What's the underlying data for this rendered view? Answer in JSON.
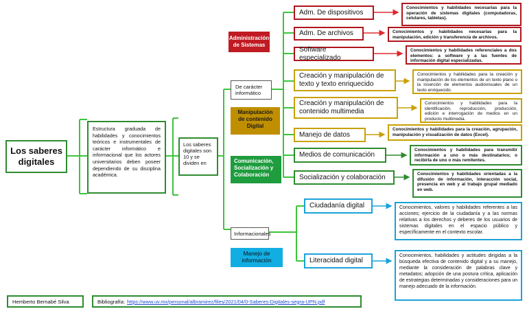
{
  "root": {
    "title": "Los saberes digitales"
  },
  "definition": "Estructura graduada de habilidades y conocimientos teóricos e instrumentales de carácter informático e informacional que los actores universitarios deben poseer dependiendo de su disciplina académica.",
  "summary": "Los saberes digitales son 10 y se dividen en",
  "categories": {
    "informatico": "De carácter informático",
    "informacionales": "Informacionales",
    "admin": "Administración de Sistemas",
    "manipulacion": "Manipulación de contenido Digital",
    "comunicacion": "Comunicación, Socialización y Colaboración",
    "manejo": "Manejo de información"
  },
  "saberes": [
    {
      "name": "Adm. De dispositivos",
      "desc": "Conocimientos y habilidades necesarias para la operación de sistemas digitales (computadoras, celulares, tabletas)."
    },
    {
      "name": "Adm. De archivos",
      "desc": "Conocimientos y habilidades necesarias para la manipulación, edición y transferencia de archivos."
    },
    {
      "name": "Software especializado",
      "desc": "Conocimientos y habilidades referenciales a dos elementos: a software y a las fuentes de información digital especializadas."
    },
    {
      "name": "Creación y manipulación de texto y texto enriquecido",
      "desc": "Conocimientos y habilidades para la creación y manipulación de los elementos de un texto plano o la inserción de elementos audiovisuales de un texto enriquecido."
    },
    {
      "name": "Creación y manipulación de contenido multimedia",
      "desc": "Conocimientos y habilidades para la identificación, reproducción, producción, edición e interrogación de medios en un producto multimedia."
    },
    {
      "name": "Manejo de datos",
      "desc": "Conocimientos y habilidades para la creación, agrupación, manipulación y visualización de datos (Excel)."
    },
    {
      "name": "Medios de comunicación",
      "desc": "Conocimientos y habilidades para transmitir información a uno o más destinatarios; o recibirla de uno o más remitentes."
    },
    {
      "name": "Socialización y colaboración",
      "desc": "Conocimientos y habilidades orientadas a la difusión de información, interacción social, presencia en web y al trabajo grupal mediado en web."
    },
    {
      "name": "Ciudadanía digital",
      "desc": "Conocimientos, valores y habilidades referentes a las acciones; ejercicio de la ciudadanía y a las normas relativas a los derechos y deberes de los usuarios de sistemas digitales en el espacio público y específicamente en el contexto escolar."
    },
    {
      "name": "Literacidad digital",
      "desc": "Conocimientos, habilidades y actitudes dirigidas a la búsqueda efectiva de contenido digital y a su manejo, mediante la consideración de palabras clave y metadatos; adopción de una postura crítica, aplicación de estrategias determinadas y consideraciones para un manejo adecuado de la información."
    }
  ],
  "footer": {
    "author": "Hemberto Bernabé Silva",
    "bib_label": "Bibliografía:",
    "bib_url": "https://www.uv.mx/personal/albramirez/files/2021/04/0-Saberes-Digitales-segra-UPN.pdf"
  },
  "colors": {
    "green": "#2e8b2e",
    "red": "#b0141c",
    "gold": "#c8a000",
    "cyan": "#1aa3d9",
    "admin_fill": "#c01a22",
    "manip_fill": "#bf8f00",
    "comm_fill": "#1e9c3e",
    "manejo_fill": "#12aee3"
  }
}
